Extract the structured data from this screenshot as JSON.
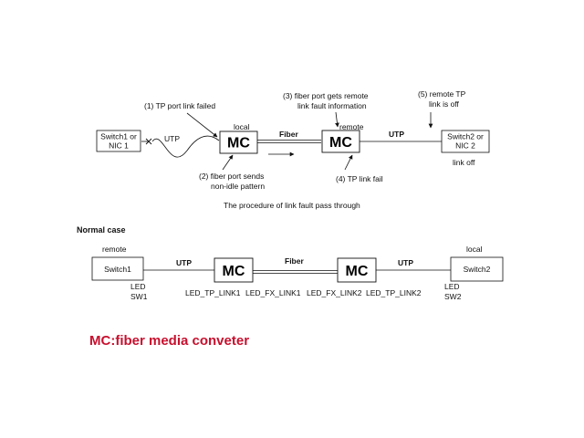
{
  "fault": {
    "step1": "(1) TP port link failed",
    "step2_line1": "(2) fiber port sends",
    "step2_line2": "non-idle pattern",
    "step3_line1": "(3) fiber port gets remote",
    "step3_line2": "link fault information",
    "step4": "(4) TP link fail",
    "step5_line1": "(5) remote TP",
    "step5_line2": "link is off",
    "switch1_line1": "Switch1 or",
    "switch1_line2": "NIC 1",
    "utp_left": "UTP",
    "local": "local",
    "remote": "remote",
    "mc_left": "MC",
    "mc_right": "MC",
    "fiber": "Fiber",
    "utp_right": "UTP",
    "switch2_line1": "Switch2 or",
    "switch2_line2": "NIC 2",
    "link_off": "link  off",
    "caption": "The procedure of link fault pass through"
  },
  "normal": {
    "heading": "Normal case",
    "remote": "remote",
    "local": "local",
    "switch1": "Switch1",
    "switch2": "Switch2",
    "utp_left": "UTP",
    "fiber": "Fiber",
    "utp_right": "UTP",
    "mc_left": "MC",
    "mc_right": "MC",
    "led_left": "LED",
    "sw1": "SW1",
    "led_right": "LED",
    "sw2": "SW2",
    "led_tp_link1": "LED_TP_LINK1",
    "led_fx_link1": "LED_FX_LINK1",
    "led_fx_link2": "LED_FX_LINK2",
    "led_tp_link2": "LED_TP_LINK2"
  },
  "legend": "MC:fiber media conveter",
  "colors": {
    "legend": "#c8102e",
    "ink": "#111111"
  }
}
